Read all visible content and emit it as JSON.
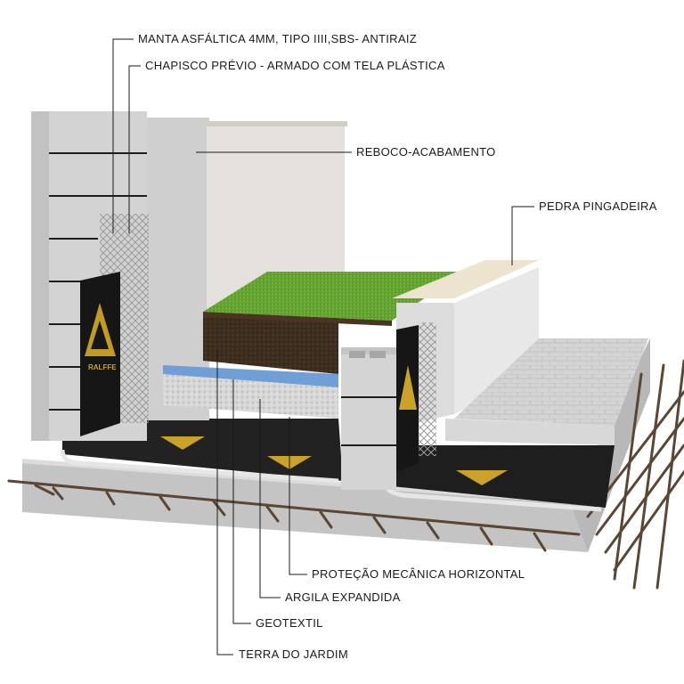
{
  "labels": {
    "manta": "MANTA ASFÁLTICA 4MM, TIPO IIII,SBS- ANTIRAIZ",
    "chapisco": "CHAPISCO PRÉVIO - ARMADO COM TELA PLÁSTICA",
    "reboco": "REBOCO-ACABAMENTO",
    "pedra": "PEDRA PINGADEIRA",
    "protecao": "PROTEÇÃO MECÂNICA HORIZONTAL",
    "argila": "ARGILA EXPANDIDA",
    "geotextil": "GEOTEXTIL",
    "terra": "TERRA DO JARDIM"
  },
  "brand": {
    "name": "RALFFE"
  },
  "colors": {
    "concrete": "#c9c9c9",
    "block": "#d6d6d6",
    "membrane": "#1c1c1c",
    "gold": "#c9a227",
    "grass": "#5a9a2a",
    "soil": "#3b2c1f",
    "geotextile": "#6f9fd6",
    "clay": "#cfcfcf",
    "rebar": "#5b4634"
  }
}
